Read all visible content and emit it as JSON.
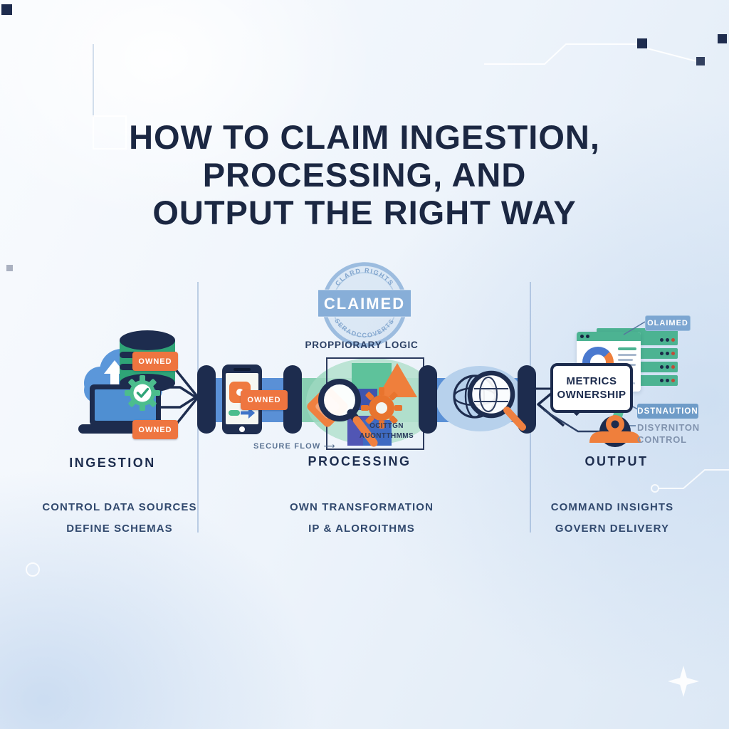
{
  "title": {
    "lines": [
      "HOW TO CLAIM INGESTION,",
      "PROCESSING, AND",
      "OUTPUT THE RIGHT WAY"
    ]
  },
  "stamp": {
    "label": "CLAIMED",
    "arc_top": "CLARD RIGHTS",
    "arc_bottom": "SERADCCOVERTS"
  },
  "pipeline": {
    "proprietary_header": "PROPPIORARY LOGIC",
    "secure_flow_label": "SECURE FLOW",
    "secure_flow_arrow": "⟶",
    "logic_caption": [
      "OCITTGN",
      "AUONTTHMMS"
    ]
  },
  "tags": {
    "owned": "OWNED",
    "claimed_chip": "OLAIMED",
    "distribution_chip": "DSTNAUTION"
  },
  "output": {
    "metrics_bubble": [
      "METRICS",
      "OWNERSHIP"
    ],
    "distribution_note": [
      "DISYRNITON",
      "CONTROL"
    ]
  },
  "sections": [
    {
      "label": "INGESTION",
      "desc": [
        "CONTROL DATA SOURCES",
        "DEFINE SCHEMAS"
      ]
    },
    {
      "label": "PROCESSING",
      "desc": [
        "OWN TRANSFORMATION",
        "IP & ALOROITHMS"
      ]
    },
    {
      "label": "OUTPUT",
      "desc": [
        "COMMAND INSIGHTS",
        "GOVERN DELIVERY"
      ]
    }
  ],
  "colors": {
    "navy": "#1d2c4e",
    "pipe_blue": "#5a90d6",
    "pipe_green": "#89cfb3",
    "orange": "#ee7540",
    "stamp_blue": "#8cb2da",
    "chip_blue": "#7ca6d1",
    "server_green": "#4cb392"
  }
}
